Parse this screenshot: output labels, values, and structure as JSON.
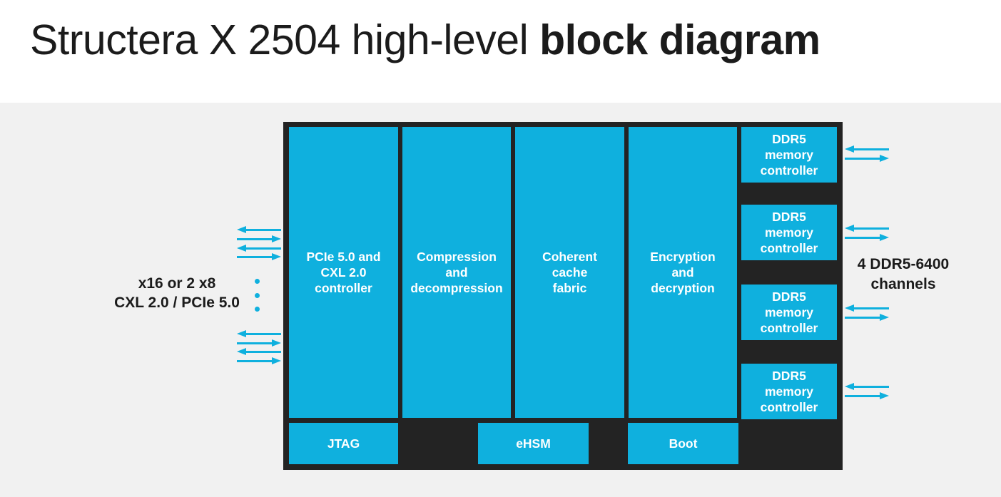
{
  "title": {
    "regular": "Structera X 2504 high-level ",
    "bold": "block diagram"
  },
  "chip": {
    "blocks": {
      "pcie": "PCIe 5.0 and\nCXL 2.0\ncontroller",
      "compression": "Compression\nand\ndecompression",
      "coherent": "Coherent\ncache\nfabric",
      "encryption": "Encryption\nand\ndecryption",
      "ddr5": "DDR5\nmemory\ncontroller",
      "jtag": "JTAG",
      "ehsm": "eHSM",
      "boot": "Boot"
    },
    "ddr5_block_count": 4
  },
  "annotations": {
    "left_label": "x16 or 2 x8\nCXL 2.0 / PCIe 5.0",
    "right_label": "4 DDR5-6400\nchannels"
  },
  "colors": {
    "accent_cyan": "#0fb0de",
    "chip_black": "#232323",
    "canvas_gray": "#f1f1f1",
    "text_black": "#1b1b1b",
    "block_text_white": "#ffffff"
  }
}
